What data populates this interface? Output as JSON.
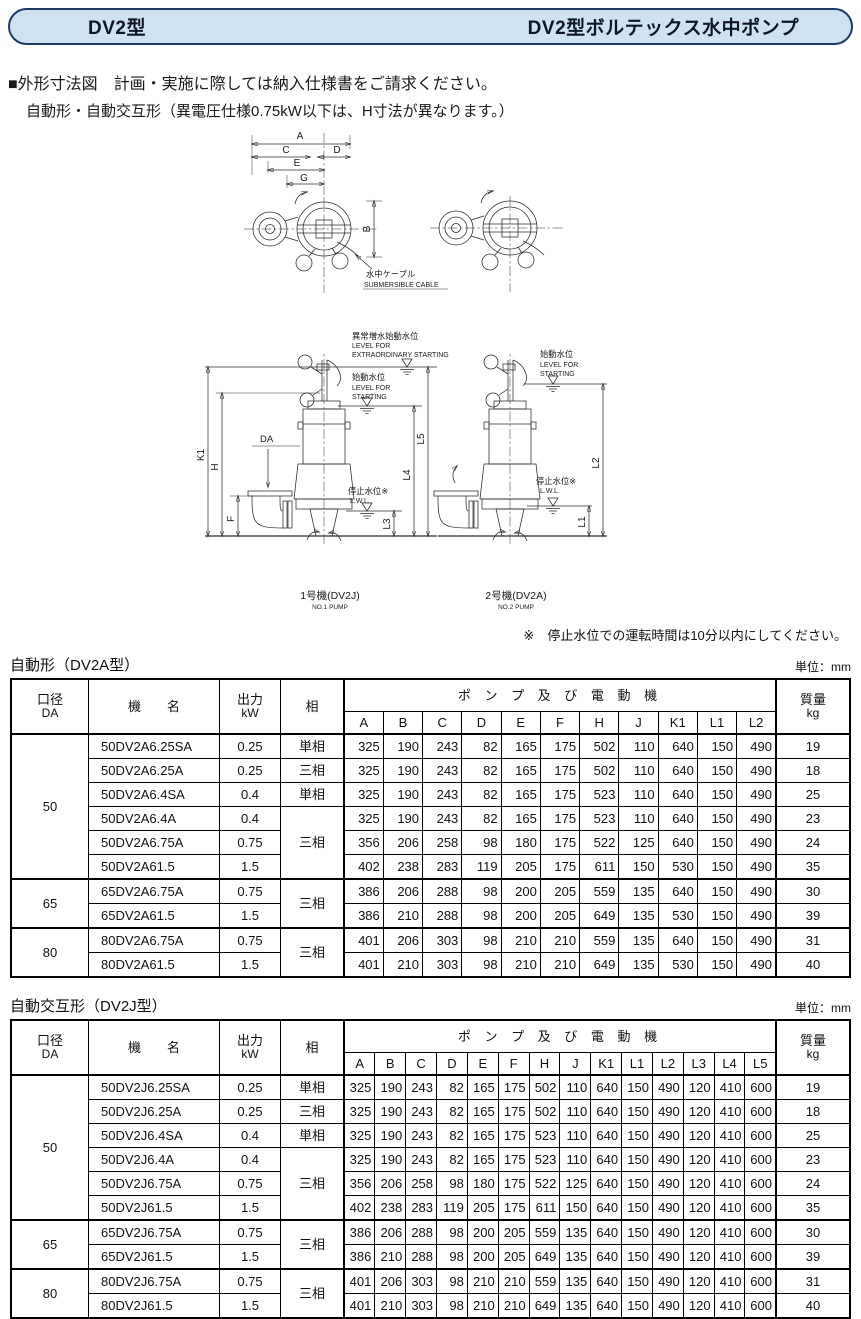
{
  "header": {
    "series": "DV2型",
    "product": "DV2型ボルテックス水中ポンプ"
  },
  "intro": {
    "heading": "■外形寸法図　計画・実施に際しては納入仕様書をご請求ください。",
    "subheading": "自動形・自動交互形（異電圧仕様0.75kW以下は、H寸法が異なります。）"
  },
  "diagram": {
    "dims": {
      "A": "A",
      "B": "B",
      "C": "C",
      "D": "D",
      "E": "E",
      "G": "G",
      "K1": "K1",
      "H": "H",
      "F": "F",
      "DA": "DA",
      "L1": "L1",
      "L2": "L2",
      "L3": "L3",
      "L4": "L4",
      "L5": "L5"
    },
    "cable_jp": "水中ケーブル",
    "cable_en": "SUBMERSIBLE CABLE",
    "lvl_extra_jp": "異常増水始動水位",
    "lvl_extra_en1": "LEVEL FOR",
    "lvl_extra_en2": "EXTRAORDINARY STARTING",
    "lvl_start_jp": "始動水位",
    "lvl_start_en1": "LEVEL FOR",
    "lvl_start_en2": "STARTING",
    "lvl_stop_jp": "停止水位※",
    "lvl_stop_en": "L.W.L.",
    "cap1_jp": "1号機(DV2J)",
    "cap1_en": "NO.1 PUMP",
    "cap2_jp": "2号機(DV2A)",
    "cap2_en": "NO.2 PUMP"
  },
  "note": "※　停止水位での運転時間は10分以内にしてください。",
  "tables": [
    {
      "title": "自動形（DV2A型）",
      "unit": "単位：mm",
      "head": {
        "bore_l1": "口径",
        "bore_l2": "DA",
        "model": "機　　名",
        "power_l1": "出力",
        "power_l2": "kW",
        "phase": "相",
        "group": "ポ ン プ 及 び 電 動 機",
        "dims": [
          "A",
          "B",
          "C",
          "D",
          "E",
          "F",
          "H",
          "J",
          "K1",
          "L1",
          "L2"
        ],
        "mass_l1": "質量",
        "mass_l2": "kg"
      },
      "groups": [
        {
          "bore": "50",
          "rows": [
            {
              "model": "50DV2A6.25SA",
              "power": "0.25",
              "phase": "単相",
              "phase_span": 1,
              "vals": [
                325,
                190,
                243,
                82,
                165,
                175,
                502,
                110,
                640,
                150,
                490
              ],
              "mass": 19
            },
            {
              "model": "50DV2A6.25A",
              "power": "0.25",
              "phase": "三相",
              "phase_span": 1,
              "vals": [
                325,
                190,
                243,
                82,
                165,
                175,
                502,
                110,
                640,
                150,
                490
              ],
              "mass": 18
            },
            {
              "model": "50DV2A6.4SA",
              "power": "0.4",
              "phase": "単相",
              "phase_span": 1,
              "vals": [
                325,
                190,
                243,
                82,
                165,
                175,
                523,
                110,
                640,
                150,
                490
              ],
              "mass": 25
            },
            {
              "model": "50DV2A6.4A",
              "power": "0.4",
              "phase": "三相",
              "phase_span": 3,
              "vals": [
                325,
                190,
                243,
                82,
                165,
                175,
                523,
                110,
                640,
                150,
                490
              ],
              "mass": 23
            },
            {
              "model": "50DV2A6.75A",
              "power": "0.75",
              "vals": [
                356,
                206,
                258,
                98,
                180,
                175,
                522,
                125,
                640,
                150,
                490
              ],
              "mass": 24
            },
            {
              "model": "50DV2A61.5",
              "power": "1.5",
              "vals": [
                402,
                238,
                283,
                119,
                205,
                175,
                611,
                150,
                530,
                150,
                490
              ],
              "mass": 35
            }
          ]
        },
        {
          "bore": "65",
          "rows": [
            {
              "model": "65DV2A6.75A",
              "power": "0.75",
              "phase": "三相",
              "phase_span": 2,
              "vals": [
                386,
                206,
                288,
                98,
                200,
                205,
                559,
                135,
                640,
                150,
                490
              ],
              "mass": 30
            },
            {
              "model": "65DV2A61.5",
              "power": "1.5",
              "vals": [
                386,
                210,
                288,
                98,
                200,
                205,
                649,
                135,
                530,
                150,
                490
              ],
              "mass": 39
            }
          ]
        },
        {
          "bore": "80",
          "rows": [
            {
              "model": "80DV2A6.75A",
              "power": "0.75",
              "phase": "三相",
              "phase_span": 2,
              "vals": [
                401,
                206,
                303,
                98,
                210,
                210,
                559,
                135,
                640,
                150,
                490
              ],
              "mass": 31
            },
            {
              "model": "80DV2A61.5",
              "power": "1.5",
              "vals": [
                401,
                210,
                303,
                98,
                210,
                210,
                649,
                135,
                530,
                150,
                490
              ],
              "mass": 40
            }
          ]
        }
      ]
    },
    {
      "title": "自動交互形（DV2J型）",
      "unit": "単位：mm",
      "head": {
        "bore_l1": "口径",
        "bore_l2": "DA",
        "model": "機　　名",
        "power_l1": "出力",
        "power_l2": "kW",
        "phase": "相",
        "group": "ポ ン プ 及 び 電 動 機",
        "dims": [
          "A",
          "B",
          "C",
          "D",
          "E",
          "F",
          "H",
          "J",
          "K1",
          "L1",
          "L2",
          "L3",
          "L4",
          "L5"
        ],
        "mass_l1": "質量",
        "mass_l2": "kg"
      },
      "groups": [
        {
          "bore": "50",
          "rows": [
            {
              "model": "50DV2J6.25SA",
              "power": "0.25",
              "phase": "単相",
              "phase_span": 1,
              "vals": [
                325,
                190,
                243,
                82,
                165,
                175,
                502,
                110,
                640,
                150,
                490,
                120,
                410,
                600
              ],
              "mass": 19
            },
            {
              "model": "50DV2J6.25A",
              "power": "0.25",
              "phase": "三相",
              "phase_span": 1,
              "vals": [
                325,
                190,
                243,
                82,
                165,
                175,
                502,
                110,
                640,
                150,
                490,
                120,
                410,
                600
              ],
              "mass": 18
            },
            {
              "model": "50DV2J6.4SA",
              "power": "0.4",
              "phase": "単相",
              "phase_span": 1,
              "vals": [
                325,
                190,
                243,
                82,
                165,
                175,
                523,
                110,
                640,
                150,
                490,
                120,
                410,
                600
              ],
              "mass": 25
            },
            {
              "model": "50DV2J6.4A",
              "power": "0.4",
              "phase": "三相",
              "phase_span": 3,
              "vals": [
                325,
                190,
                243,
                82,
                165,
                175,
                523,
                110,
                640,
                150,
                490,
                120,
                410,
                600
              ],
              "mass": 23
            },
            {
              "model": "50DV2J6.75A",
              "power": "0.75",
              "vals": [
                356,
                206,
                258,
                98,
                180,
                175,
                522,
                125,
                640,
                150,
                490,
                120,
                410,
                600
              ],
              "mass": 24
            },
            {
              "model": "50DV2J61.5",
              "power": "1.5",
              "vals": [
                402,
                238,
                283,
                119,
                205,
                175,
                611,
                150,
                640,
                150,
                490,
                120,
                410,
                600
              ],
              "mass": 35
            }
          ]
        },
        {
          "bore": "65",
          "rows": [
            {
              "model": "65DV2J6.75A",
              "power": "0.75",
              "phase": "三相",
              "phase_span": 2,
              "vals": [
                386,
                206,
                288,
                98,
                200,
                205,
                559,
                135,
                640,
                150,
                490,
                120,
                410,
                600
              ],
              "mass": 30
            },
            {
              "model": "65DV2J61.5",
              "power": "1.5",
              "vals": [
                386,
                210,
                288,
                98,
                200,
                205,
                649,
                135,
                640,
                150,
                490,
                120,
                410,
                600
              ],
              "mass": 39
            }
          ]
        },
        {
          "bore": "80",
          "rows": [
            {
              "model": "80DV2J6.75A",
              "power": "0.75",
              "phase": "三相",
              "phase_span": 2,
              "vals": [
                401,
                206,
                303,
                98,
                210,
                210,
                559,
                135,
                640,
                150,
                490,
                120,
                410,
                600
              ],
              "mass": 31
            },
            {
              "model": "80DV2J61.5",
              "power": "1.5",
              "vals": [
                401,
                210,
                303,
                98,
                210,
                210,
                649,
                135,
                640,
                150,
                490,
                120,
                410,
                600
              ],
              "mass": 40
            }
          ]
        }
      ]
    }
  ]
}
